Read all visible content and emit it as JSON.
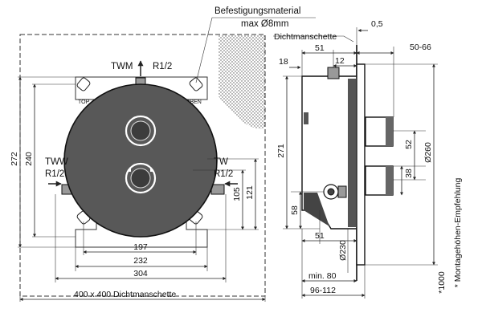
{
  "callouts": {
    "mounting_material": "Befestigungsmaterial",
    "mounting_size": "max Ø8mm",
    "sealing_collar": "Dichtmanschette",
    "collar_size": "400 x 400  Dichtmanschette"
  },
  "ports": {
    "twm": "TWM",
    "twm_thread": "R1/2",
    "tww": "TWW",
    "tww_thread": "R1/2",
    "tw": "TW",
    "tw_thread": "R1/2"
  },
  "frame_labels": {
    "top": "TOP",
    "oben": "OBEN"
  },
  "front_dimensions": {
    "h_272": "272",
    "h_240": "240",
    "h_121": "121",
    "h_105": "105",
    "w_197": "197",
    "w_232": "232",
    "w_304": "304"
  },
  "side_dimensions": {
    "d_0_5": "0,5",
    "d_51_top": "51",
    "d_12": "12",
    "d_18": "18",
    "d_50_66": "50-66",
    "d_271": "271",
    "d_52": "52",
    "d_38": "38",
    "d_260": "Ø260",
    "d_58": "58",
    "d_51_bottom": "51",
    "d_230": "Ø230",
    "min_80": "min. 80",
    "d_96_112": "96-112"
  },
  "notes": {
    "note_1000": "*1000",
    "note_height": "* Montagehöhen-Empfehlung"
  }
}
